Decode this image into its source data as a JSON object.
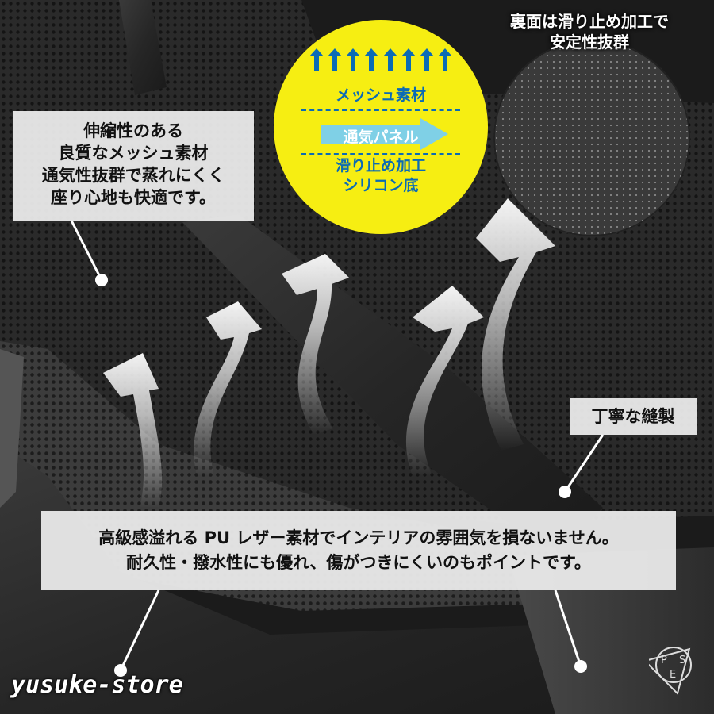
{
  "mesh_callout": {
    "lines": [
      "伸縮性のある",
      "良質なメッシュ素材",
      "通気性抜群で蒸れにくく",
      "座り心地も快適です。"
    ]
  },
  "yellow_badge": {
    "mesh": "メッシュ素材",
    "panel": "通気パネル",
    "nonslip_line1": "滑り止め加工",
    "nonslip_line2": "シリコン底"
  },
  "back_callout": {
    "line1": "裏面は滑り止め加工で",
    "line2": "安定性抜群"
  },
  "sewing_callout": {
    "text": "丁寧な縫製"
  },
  "pu_callout": {
    "line1": "高級感溢れる PU レザー素材でインテリアの雰囲気を損ないません。",
    "line2": "耐久性・撥水性にも優れ、傷がつきにくいのもポイントです。"
  },
  "watermark": "yusuke-store",
  "pse_mark": {
    "letters": [
      "P",
      "S",
      "E"
    ]
  },
  "colors": {
    "badge_yellow": "#f6ee12",
    "badge_blue": "#0b6bb5",
    "panel_arrow": "#7fd0e6"
  }
}
